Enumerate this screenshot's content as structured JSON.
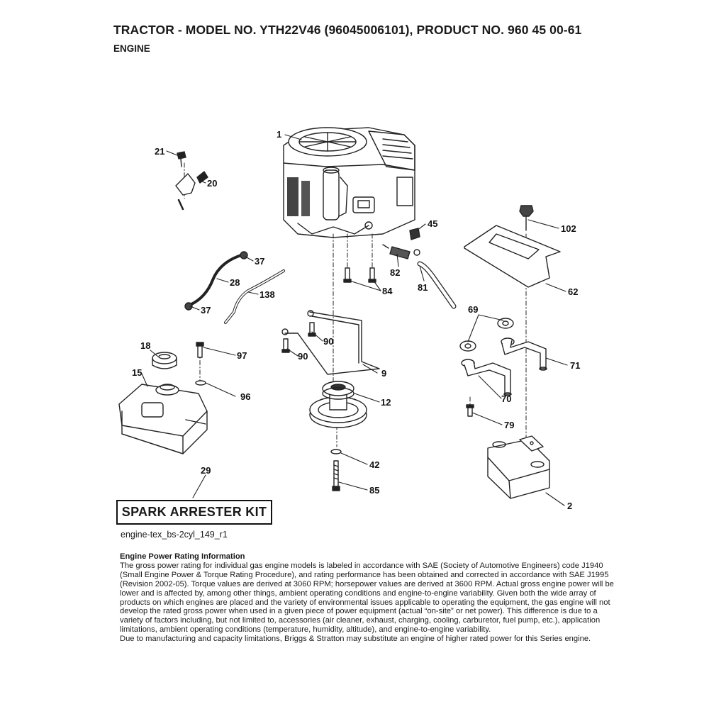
{
  "header": {
    "title": "TRACTOR - MODEL NO. YTH22V46 (96045006101), PRODUCT NO. 960 45 00-61",
    "subtitle": "ENGINE"
  },
  "callouts": {
    "c1": "1",
    "c21": "21",
    "c20": "20",
    "c45": "45",
    "c102": "102",
    "c37a": "37",
    "c28": "28",
    "c138": "138",
    "c37b": "37",
    "c82": "82",
    "c81": "81",
    "c84": "84",
    "c62": "62",
    "c69": "69",
    "c90a": "90",
    "c90b": "90",
    "c18": "18",
    "c97": "97",
    "c9": "9",
    "c15": "15",
    "c96": "96",
    "c12": "12",
    "c70": "70",
    "c71": "71",
    "c79": "79",
    "c42": "42",
    "c29": "29",
    "c85": "85",
    "c2": "2"
  },
  "kit_label": "SPARK ARRESTER KIT",
  "file_id": "engine-tex_bs-2cyl_149_r1",
  "info": {
    "heading": "Engine Power Rating Information",
    "body": "The gross power rating for individual gas engine models is labeled in accordance with SAE (Society of Automotive Engineers) code J1940 (Small Engine Power & Torque Rating Procedure), and rating performance has been obtained and corrected in accordance with SAE J1995 (Revision 2002-05). Torque values are derived at 3060 RPM; horsepower values are derived at 3600 RPM. Actual gross engine power will be lower and is affected by, among other things, ambient operating conditions and engine-to-engine variability. Given both the wide array of products on which engines are placed and the variety of environmental issues applicable to operating the equipment, the gas engine will not develop the rated gross power when used in a given piece of power equipment (actual “on-site” or net power). This difference is due to a variety of factors including, but not limited to, accessories (air cleaner, exhaust, charging, cooling, carburetor, fuel pump, etc.), application limitations, ambient operating conditions (temperature, humidity, altitude), and engine-to-engine variability.",
    "body2": "Due to manufacturing and capacity limitations, Briggs & Stratton may substitute an engine of higher rated power for this Series engine."
  }
}
